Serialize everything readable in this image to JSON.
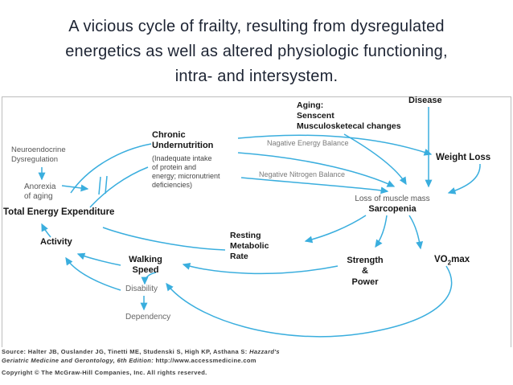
{
  "slide": {
    "title": "A vicious cycle of frailty, resulting from dysregulated\nenergetics as well as altered physiologic functioning,\nintra- and intersystem."
  },
  "diagram": {
    "arrow_color": "#3aaede",
    "nodes": {
      "neuroendocrine": "Neuroendocrine\nDysregulation",
      "anorexia": "Anorexia\nof aging",
      "total_energy_expenditure": "Total Energy Expenditure",
      "chronic_undernutrition": "Chronic\nUndernutrition",
      "chronic_undernutrition_detail": "(Inadequate intake\nof protein and\nenergy; micronutrient\ndeficiencies)",
      "aging": "Aging:\nSenscent\nMusculosketecal changes",
      "disease": "Disease",
      "negative_energy_balance": "Nagative Energy Balance",
      "negative_nitrogen_balance": "Negative Nitrogen Balance",
      "weight_loss": "Weight Loss",
      "loss_of_muscle_mass": "Loss of muscle mass",
      "sarcopenia": "Sarcopenia",
      "resting_metabolic_rate": "Resting\nMetabolic\nRate",
      "activity": "Activity",
      "walking_speed": "Walking\nSpeed",
      "disability": "Disability",
      "dependency": "Dependency",
      "strength_power": "Strength\n&\nPower",
      "vo2max": {
        "pre": "VO",
        "sub": "2",
        "post": "max"
      }
    },
    "edges": [
      {
        "from": "Neuroendocrine Dysregulation",
        "to": "Anorexia of aging"
      },
      {
        "from": "Anorexia of aging",
        "to": "Total Energy Expenditure"
      },
      {
        "from": "Chronic Undernutrition",
        "to": "Total Energy Expenditure"
      },
      {
        "from": "Chronic Undernutrition",
        "to": "Weight Loss",
        "label": "Nagative Energy Balance"
      },
      {
        "from": "Chronic Undernutrition",
        "to": "Loss of muscle mass / Sarcopenia",
        "label": "Nagative Energy Balance"
      },
      {
        "from": "Chronic Undernutrition",
        "to": "Loss of muscle mass / Sarcopenia",
        "label": "Negative Nitrogen Balance"
      },
      {
        "from": "Aging: Senscent Musculosketecal changes",
        "to": "Loss of muscle mass / Sarcopenia"
      },
      {
        "from": "Disease",
        "to": "Loss of muscle mass / Sarcopenia"
      },
      {
        "from": "Weight Loss",
        "to": "Loss of muscle mass / Sarcopenia"
      },
      {
        "from": "Loss of muscle mass / Sarcopenia",
        "to": "Resting Metabolic Rate"
      },
      {
        "from": "Loss of muscle mass / Sarcopenia",
        "to": "Strength & Power"
      },
      {
        "from": "Loss of muscle mass / Sarcopenia",
        "to": "VO2max"
      },
      {
        "from": "Resting Metabolic Rate",
        "to": "Total Energy Expenditure"
      },
      {
        "from": "Strength & Power",
        "to": "Walking Speed"
      },
      {
        "from": "VO2max",
        "to": "Walking Speed"
      },
      {
        "from": "Walking Speed",
        "to": "Disability"
      },
      {
        "from": "Disability",
        "to": "Dependency"
      },
      {
        "from": "Disability",
        "to": "Activity"
      },
      {
        "from": "Walking Speed",
        "to": "Activity"
      },
      {
        "from": "Activity",
        "to": "Total Energy Expenditure"
      }
    ]
  },
  "footer": {
    "source_prefix": "Source: Halter JB, Ouslander JG, Tinetti ME, Studenski S, High KP, Asthana S: ",
    "source_italic_1": "Hazzard's",
    "source_italic_2": "Geriatric Medicine and Gerontology, 6th Edition:",
    "source_url": " http://www.accessmedicine.com",
    "copyright": "Copyright © The McGraw-Hill Companies, Inc. All rights reserved."
  }
}
